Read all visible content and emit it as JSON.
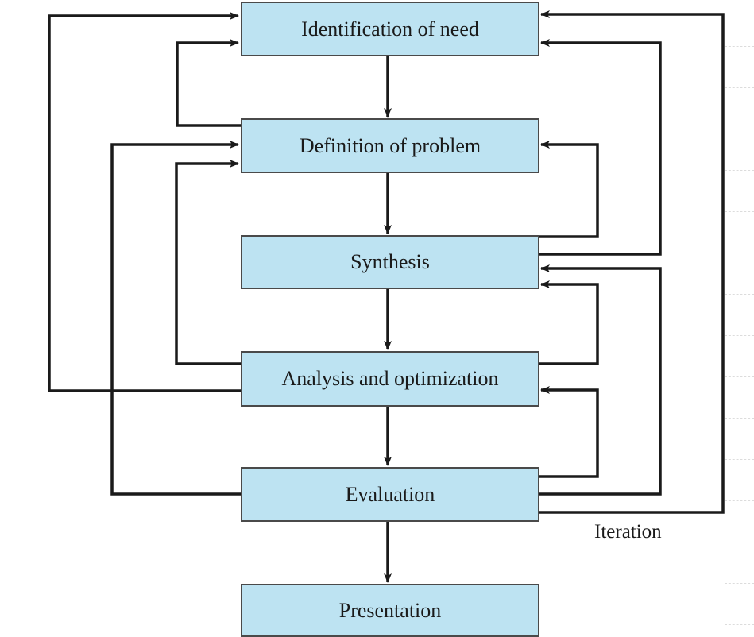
{
  "diagram": {
    "steps": [
      "Identification of need",
      "Definition of problem",
      "Synthesis",
      "Analysis and optimization",
      "Evaluation",
      "Presentation"
    ],
    "iteration_label": "Iteration",
    "colors": {
      "box_fill": "#bde3f2",
      "box_border": "#4a4a4a",
      "line": "#1a1a1a"
    }
  }
}
